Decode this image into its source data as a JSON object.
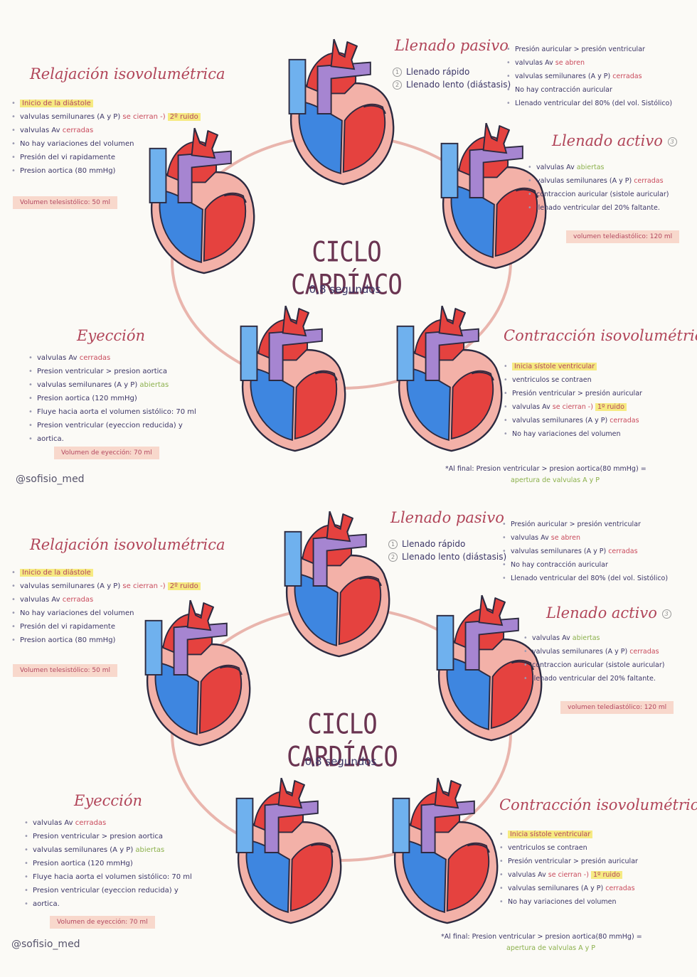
{
  "handle": "@sofisio_med",
  "center": {
    "title": "CICLO CARDÍACO",
    "subtitle": "0,8 segundos"
  },
  "relajacion": {
    "title": "Relajación isovolumétrica",
    "items": [
      "Inicio de la diástole",
      "valvulas semilunares (A y P)",
      "se cierran -)",
      "2º ruido",
      "valvulas Av",
      "cerradas",
      "No hay variaciones del volumen",
      "Presión del vi rapidamente",
      "Presion aortica (80 mmHg)"
    ],
    "box": "Volumen telesistólico: 50 ml"
  },
  "llenado_pasivo": {
    "title": "Llenado pasivo",
    "phases": [
      {
        "num": "1",
        "label": "Llenado rápido"
      },
      {
        "num": "2",
        "label": "Llenado lento (diástasis)"
      }
    ],
    "items": [
      "Presión auricular > presión ventricular",
      "valvulas Av",
      "se abren",
      "valvulas semilunares (A y P)",
      "cerradas",
      "No hay contracción auricular",
      "Llenado ventricular del 80% (del vol. Sistólico)"
    ]
  },
  "llenado_activo": {
    "title": "Llenado activo",
    "num": "3",
    "items": [
      "valvulas Av",
      "abiertas",
      "valvulas semilunares (A y P)",
      "cerradas",
      "contraccion auricular (sistole auricular)",
      "llenado ventricular del 20% faltante."
    ],
    "box": "volumen telediastólico: 120 ml"
  },
  "eyeccion": {
    "title": "Eyección",
    "items": [
      "valvulas Av",
      "cerradas",
      "Presion ventricular > presion aortica",
      "valvulas semilunares (A y P)",
      "abiertas",
      "Presion aortica (120 mmHg)",
      "Fluye hacia aorta el volumen sistólico: 70 ml",
      "Presion ventricular (eyeccion reducida) y",
      "aortica."
    ],
    "box": "Volumen de eyección: 70 ml"
  },
  "contraccion": {
    "title": "Contracción isovolumétrica",
    "items": [
      "Inicia sístole ventricular",
      "ventriculos se contraen",
      "Presión ventricular > presión auricular",
      "valvulas Av",
      "se cierran -)",
      "1º ruido",
      "valvulas semilunares (A y P)",
      "cerradas",
      "No hay variaciones del volumen"
    ],
    "footnote_1": "*Al final: Presion ventricular > presion aortica(80 mmHg) =",
    "footnote_2": "apertura de valvulas A y P"
  },
  "colors": {
    "title": "#b14559",
    "red": "#e5423f",
    "blue": "#3e86e0",
    "purple": "#a685d1",
    "pink": "#f3b1a8",
    "ring": "#e9b5ad",
    "highlight": "#f6ea82"
  }
}
